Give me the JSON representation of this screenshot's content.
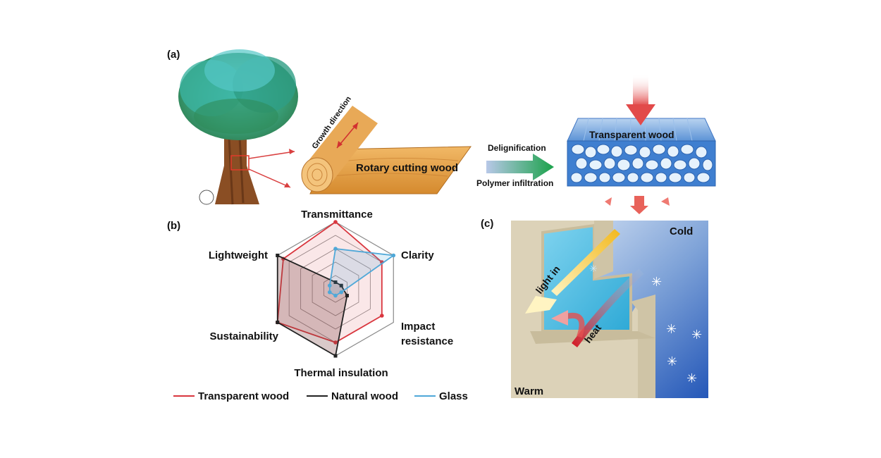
{
  "panels": {
    "a": "(a)",
    "b": "(b)",
    "c": "(c)"
  },
  "panel_a": {
    "growth_direction": "Growth direction",
    "rotary_cutting": "Rotary cutting wood",
    "delignification": "Delignification",
    "polymer_infiltration": "Polymer infiltration",
    "transparent_wood": "Transparent wood"
  },
  "panel_c": {
    "cold": "Cold",
    "warm": "Warm",
    "light_in": "light in",
    "heat": "heat"
  },
  "colors": {
    "transparent_wood": "#d9363e",
    "natural_wood": "#222222",
    "glass": "#4fa8d8"
  },
  "chart_data": {
    "type": "radar",
    "axes": [
      "Transmittance",
      "Clarity",
      "Impact resistance",
      "Thermal insulation",
      "Sustainability",
      "Lightweight"
    ],
    "axis_labels": {
      "transmittance": "Transmittance",
      "clarity": "Clarity",
      "impact_1": "Impact",
      "impact_2": "resistance",
      "thermal": "Thermal insulation",
      "sustainability": "Sustainability",
      "lightweight": "Lightweight"
    },
    "levels": 5,
    "max": 5,
    "series": [
      {
        "name": "Transparent wood",
        "values": [
          5,
          4,
          4,
          4,
          5,
          4.5
        ]
      },
      {
        "name": "Natural wood",
        "values": [
          0.5,
          0.5,
          1,
          5,
          5,
          5
        ]
      },
      {
        "name": "Glass",
        "values": [
          3,
          5,
          0.5,
          0.5,
          0.5,
          0.5
        ]
      }
    ]
  }
}
